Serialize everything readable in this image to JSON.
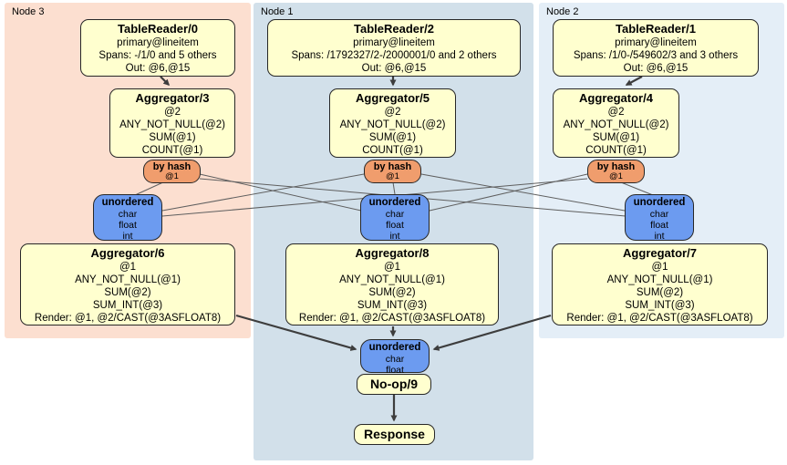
{
  "regions": [
    {
      "label": "Node 3",
      "table_reader": {
        "title": "TableReader/0",
        "lines": [
          "primary@lineitem",
          "Spans: -/1/0 and 5 others",
          "Out: @6,@15"
        ]
      },
      "aggregator_top": {
        "title": "Aggregator/3",
        "lines": [
          "@2",
          "ANY_NOT_NULL(@2)",
          "SUM(@1)",
          "COUNT(@1)"
        ]
      },
      "hash_router": {
        "title": "by hash",
        "stream": "@1"
      },
      "sync": {
        "title": "unordered",
        "lines": [
          "char",
          "float",
          "int"
        ]
      },
      "aggregator_bottom": {
        "title": "Aggregator/6",
        "lines": [
          "@1",
          "ANY_NOT_NULL(@1)",
          "SUM(@2)",
          "SUM_INT(@3)",
          "Render: @1, @2/CAST(@3ASFLOAT8)"
        ]
      }
    },
    {
      "label": "Node 1",
      "table_reader": {
        "title": "TableReader/2",
        "lines": [
          "primary@lineitem",
          "Spans: /1792327/2-/2000001/0 and 2 others",
          "Out: @6,@15"
        ]
      },
      "aggregator_top": {
        "title": "Aggregator/5",
        "lines": [
          "@2",
          "ANY_NOT_NULL(@2)",
          "SUM(@1)",
          "COUNT(@1)"
        ]
      },
      "hash_router": {
        "title": "by hash",
        "stream": "@1"
      },
      "sync": {
        "title": "unordered",
        "lines": [
          "char",
          "float",
          "int"
        ]
      },
      "aggregator_bottom": {
        "title": "Aggregator/8",
        "lines": [
          "@1",
          "ANY_NOT_NULL(@1)",
          "SUM(@2)",
          "SUM_INT(@3)",
          "Render: @1, @2/CAST(@3ASFLOAT8)"
        ]
      }
    },
    {
      "label": "Node 2",
      "table_reader": {
        "title": "TableReader/1",
        "lines": [
          "primary@lineitem",
          "Spans: /1/0-/549602/3 and 3 others",
          "Out: @6,@15"
        ]
      },
      "aggregator_top": {
        "title": "Aggregator/4",
        "lines": [
          "@2",
          "ANY_NOT_NULL(@2)",
          "SUM(@1)",
          "COUNT(@1)"
        ]
      },
      "hash_router": {
        "title": "by hash",
        "stream": "@1"
      },
      "sync": {
        "title": "unordered",
        "lines": [
          "char",
          "float",
          "int"
        ]
      },
      "aggregator_bottom": {
        "title": "Aggregator/7",
        "lines": [
          "@1",
          "ANY_NOT_NULL(@1)",
          "SUM(@2)",
          "SUM_INT(@3)",
          "Render: @1, @2/CAST(@3ASFLOAT8)"
        ]
      }
    }
  ],
  "final_stage": {
    "sync": {
      "title": "unordered",
      "lines": [
        "char",
        "float"
      ]
    },
    "noop_label": "No-op/9",
    "response_label": "Response"
  },
  "colors": {
    "node3_bg": "#fcdfd0",
    "node1_bg": "#d2e0ea",
    "node2_bg": "#e4eef7",
    "processor_bg": "#ffffcf",
    "router_bg": "#f09d6d",
    "sync_bg": "#6c9bf0",
    "edge_thin": "#5f5f5f",
    "edge_thick": "#3d3d3d"
  }
}
